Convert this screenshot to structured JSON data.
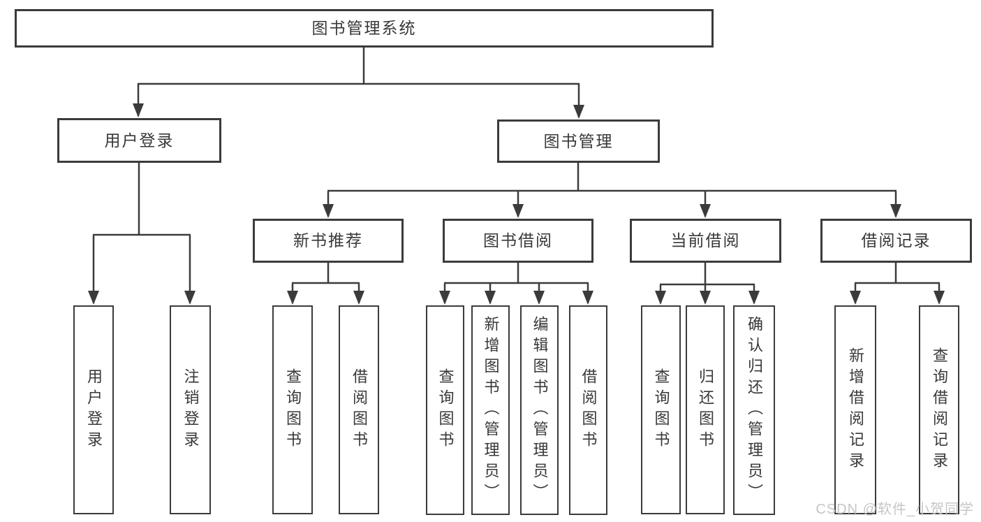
{
  "diagram_title": "图书管理系统",
  "nodes": {
    "root": {
      "label": "图书管理系统"
    },
    "user_login": {
      "label": "用户登录"
    },
    "book_management": {
      "label": "图书管理"
    },
    "new_book_recommend": {
      "label": "新书推荐"
    },
    "book_borrowing": {
      "label": "图书借阅"
    },
    "current_borrowing": {
      "label": "当前借阅"
    },
    "borrowing_records": {
      "label": "借阅记录"
    },
    "leaf_user_login": {
      "label": "用户登录"
    },
    "leaf_logout": {
      "label": "注销登录"
    },
    "leaf_query_books_1": {
      "label": "查询图书"
    },
    "leaf_borrow_books_1": {
      "label": "借阅图书"
    },
    "leaf_query_books_2": {
      "label": "查询图书"
    },
    "leaf_add_books": {
      "label": "新增图书（管理员）"
    },
    "leaf_edit_books": {
      "label": "编辑图书（管理员）"
    },
    "leaf_borrow_books_2": {
      "label": "借阅图书"
    },
    "leaf_query_books_3": {
      "label": "查询图书"
    },
    "leaf_return_books": {
      "label": "归还图书"
    },
    "leaf_confirm_return": {
      "label": "确认归还（管理员）"
    },
    "leaf_add_borrow_record": {
      "label": "新增借阅记录"
    },
    "leaf_query_borrow_record": {
      "label": "查询借阅记录"
    }
  },
  "hierarchy": {
    "图书管理系统": {
      "用户登录": [
        "用户登录",
        "注销登录"
      ],
      "图书管理": {
        "新书推荐": [
          "查询图书",
          "借阅图书"
        ],
        "图书借阅": [
          "查询图书",
          "新增图书（管理员）",
          "编辑图书（管理员）",
          "借阅图书"
        ],
        "当前借阅": [
          "查询图书",
          "归还图书",
          "确认归还（管理员）"
        ],
        "借阅记录": [
          "新增借阅记录",
          "查询借阅记录"
        ]
      }
    }
  },
  "watermark": {
    "text": "CSDN @软件_小贺同学"
  },
  "colors": {
    "line": "#3b3b3b",
    "text": "#383838",
    "watermark": "#c6c6c6",
    "background": "#ffffff"
  }
}
